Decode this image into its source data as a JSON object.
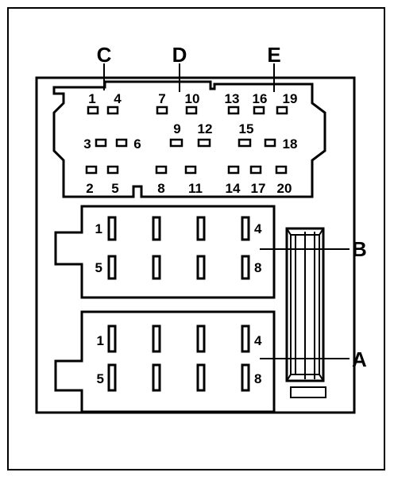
{
  "callouts": {
    "c": "C",
    "d": "D",
    "e": "E",
    "b": "B",
    "a": "A"
  },
  "connector_cde_pins": [
    "1",
    "2",
    "3",
    "4",
    "5",
    "6",
    "7",
    "8",
    "9",
    "10",
    "11",
    "12",
    "13",
    "14",
    "15",
    "16",
    "17",
    "18",
    "19",
    "20"
  ],
  "connector_b_pins": [
    "1",
    "4",
    "5",
    "8"
  ],
  "connector_a_pins": [
    "1",
    "4",
    "5",
    "8"
  ]
}
